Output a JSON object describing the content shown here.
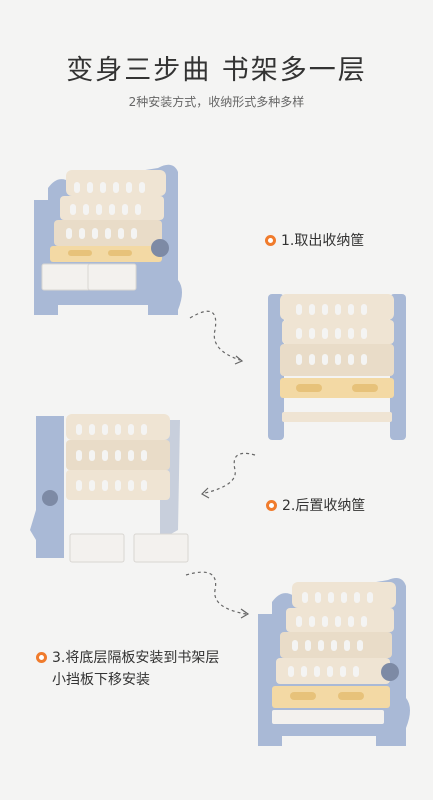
{
  "header": {
    "title": "变身三步曲 书架多一层",
    "subtitle": "2种安装方式，收纳形式多种多样"
  },
  "steps": [
    {
      "label": "1.取出收纳筐"
    },
    {
      "label": "2.后置收纳筐"
    },
    {
      "label": "3.将底层隔板安装到书架层",
      "label2": "小挡板下移安装"
    }
  ],
  "colors": {
    "accent": "#f07b2c",
    "shelf_blue": "#a9b9d6",
    "shelf_cream": "#efe4d3",
    "shelf_yellow": "#f3d9a4",
    "basket": "#f3f1ee"
  }
}
